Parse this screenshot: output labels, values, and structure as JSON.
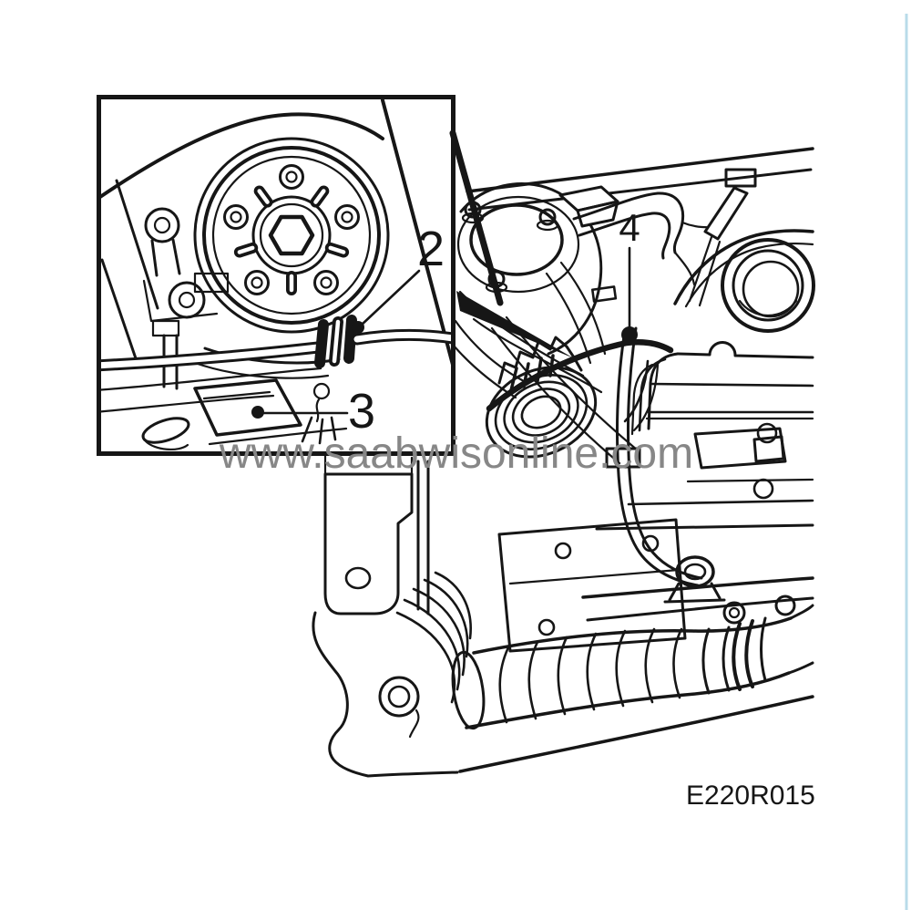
{
  "figure": {
    "type": "technical-illustration",
    "subject": "Engine bay line drawing with magnified inset of oil pipe at crankshaft pulley",
    "watermark": "www.saabwisonline.com",
    "figure_code": "E220R015",
    "callouts": [
      {
        "id": "callout-2",
        "label": "2"
      },
      {
        "id": "callout-3",
        "label": "3"
      },
      {
        "id": "callout-4",
        "label": "4"
      }
    ],
    "colors": {
      "line": "#161616",
      "watermark": "#878787",
      "page_edge": "#b9dbe9",
      "background": "#ffffff"
    }
  }
}
